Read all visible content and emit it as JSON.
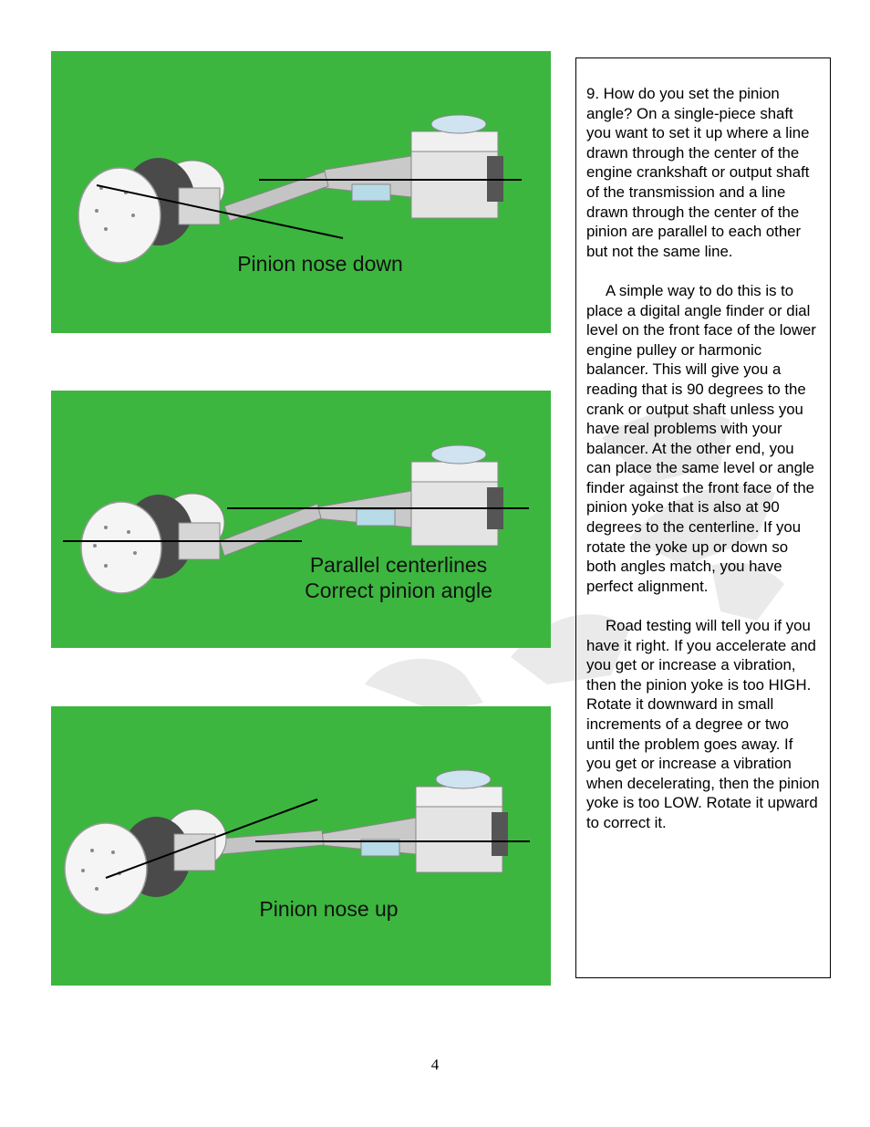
{
  "figures": [
    {
      "caption": "Pinion nose down"
    },
    {
      "caption_line1": "Parallel centerlines",
      "caption_line2": "Correct pinion angle"
    },
    {
      "caption": "Pinion nose up"
    }
  ],
  "text": {
    "p1": "9.  How do you set the pinion angle?  On a single-piece shaft you want to set it up where a line drawn through the center of the engine crankshaft or output shaft of the transmission and a line drawn through the center of the pinion are parallel to each other but not the same line.",
    "p2": "A simple way to do this is to place a digital angle finder or dial level on the front face of the lower engine pulley or harmonic balancer.  This will give you a reading that is 90 degrees to the crank or output shaft unless you have real problems with your balancer.  At the other end, you can place the same level or angle finder against the front face of the pinion yoke that is also at 90 degrees to the centerline.  If you rotate the yoke up or down so both angles match, you have perfect alignment.",
    "p3": "Road testing will tell you if you have it right.  If you accelerate and you get or increase a vibration, then the pinion yoke is too HIGH.  Rotate it downward in small increments of a degree or two until the problem goes away.  If you get or increase a vibration when decelerating, then the pinion yoke is too LOW.  Rotate it upward to correct it."
  },
  "page_number": "4"
}
